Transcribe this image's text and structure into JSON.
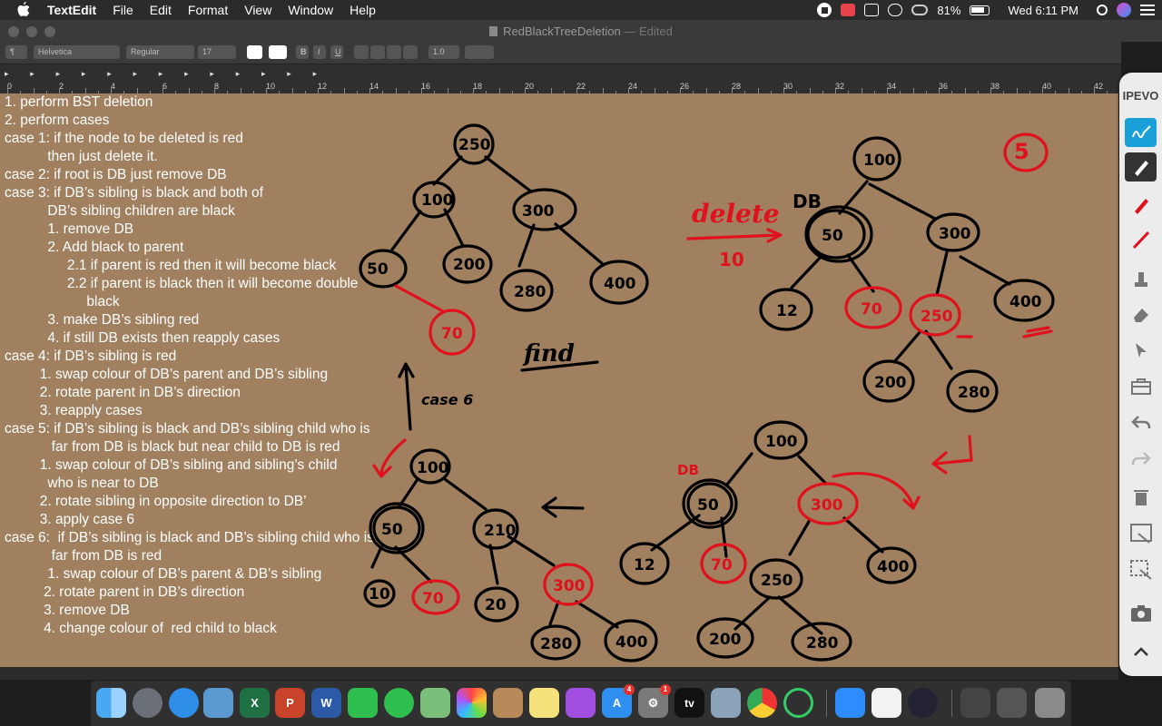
{
  "menubar": {
    "app_name": "TextEdit",
    "items": [
      "File",
      "Edit",
      "Format",
      "View",
      "Window",
      "Help"
    ],
    "battery": "81%",
    "clock": "Wed 6:11 PM"
  },
  "window": {
    "title": "RedBlackTreeDeletion",
    "title_suffix": " — Edited"
  },
  "toolbar": {
    "paragraph_style": "¶",
    "font_family": "Helvetica",
    "font_style": "Regular",
    "font_size": "17",
    "bold": "B",
    "italic": "I",
    "underline": "U",
    "line_spacing": "1.0"
  },
  "ruler": {
    "labels": [
      "0",
      "2",
      "4",
      "6",
      "8",
      "10",
      "12",
      "14",
      "16",
      "18",
      "20",
      "22",
      "24",
      "26",
      "28",
      "30",
      "32",
      "34",
      "36",
      "38",
      "40",
      "42"
    ]
  },
  "document_lines": [
    "1. perform BST deletion",
    "2. perform cases",
    "case 1: if the node to be deleted is red",
    "           then just delete it.",
    "case 2: if root is DB just remove DB",
    "case 3: if DB’s sibling is black and both of",
    "           DB’s sibling children are black",
    "           1. remove DB",
    "           2. Add black to parent",
    "                2.1 if parent is red then it will become black",
    "                2.2 if parent is black then it will become double",
    "                     black",
    "           3. make DB’s sibling red",
    "           4. if still DB exists then reapply cases",
    "case 4: if DB’s sibling is red",
    "         1. swap colour of DB’s parent and DB’s sibling",
    "         2. rotate parent in DB’s direction",
    "         3. reapply cases",
    "case 5: if DB’s sibling is black and DB’s sibling child who is",
    "            far from DB is black but near child to DB is red",
    "         1. swap colour of DB’s sibling and sibling’s child",
    "           who is near to DB",
    "         2. rotate sibling in opposite direction to DB’",
    "         3. apply case 6",
    "case 6:  if DB’s sibling is black and DB’s sibling child who is",
    "            far from DB is red",
    "           1. swap colour of DB’s parent & DB’s sibling",
    "          2. rotate parent in DB’s direction",
    "          3. remove DB",
    "          4. change colour of  red child to black"
  ],
  "handwriting": {
    "delete_label": "delete",
    "delete_value": "10",
    "db_label": "DB",
    "find_label": "find",
    "case_label": "case 6",
    "step_number": "5",
    "nodes": [
      "250",
      "100",
      "300",
      "50",
      "200",
      "280",
      "400",
      "70",
      "12",
      "10",
      "210",
      "20"
    ]
  },
  "ipevo": {
    "logo": "IPEVO",
    "tools": [
      "annotation-toggle",
      "pen",
      "red-pen",
      "red-marker",
      "stamp",
      "eraser",
      "pointer",
      "toolbox",
      "undo",
      "redo",
      "trash",
      "snapshot-area",
      "snapshot-crop",
      "camera",
      "collapse"
    ]
  },
  "dock": {
    "apps": [
      "Finder",
      "Launchpad",
      "Safari",
      "Preview",
      "Excel",
      "PowerPoint",
      "Word",
      "FaceTime",
      "Messages",
      "Maps",
      "Photos",
      "Contacts",
      "Notes",
      "Podcasts",
      "App Store",
      "System Preferences",
      "TV",
      "Image Capture",
      "Chrome",
      "Sync",
      "Zoom",
      "TextEdit",
      "QuickTime",
      "Screenshot",
      "Utility",
      "Trash"
    ],
    "appstore_badge": "4",
    "syspref_badge": "1",
    "tv_label": "tv"
  },
  "colors": {
    "canvas": "#a0805f",
    "ink_black": "#000000",
    "ink_red": "#e0101c",
    "ipevo_active": "#1aa0d8"
  }
}
